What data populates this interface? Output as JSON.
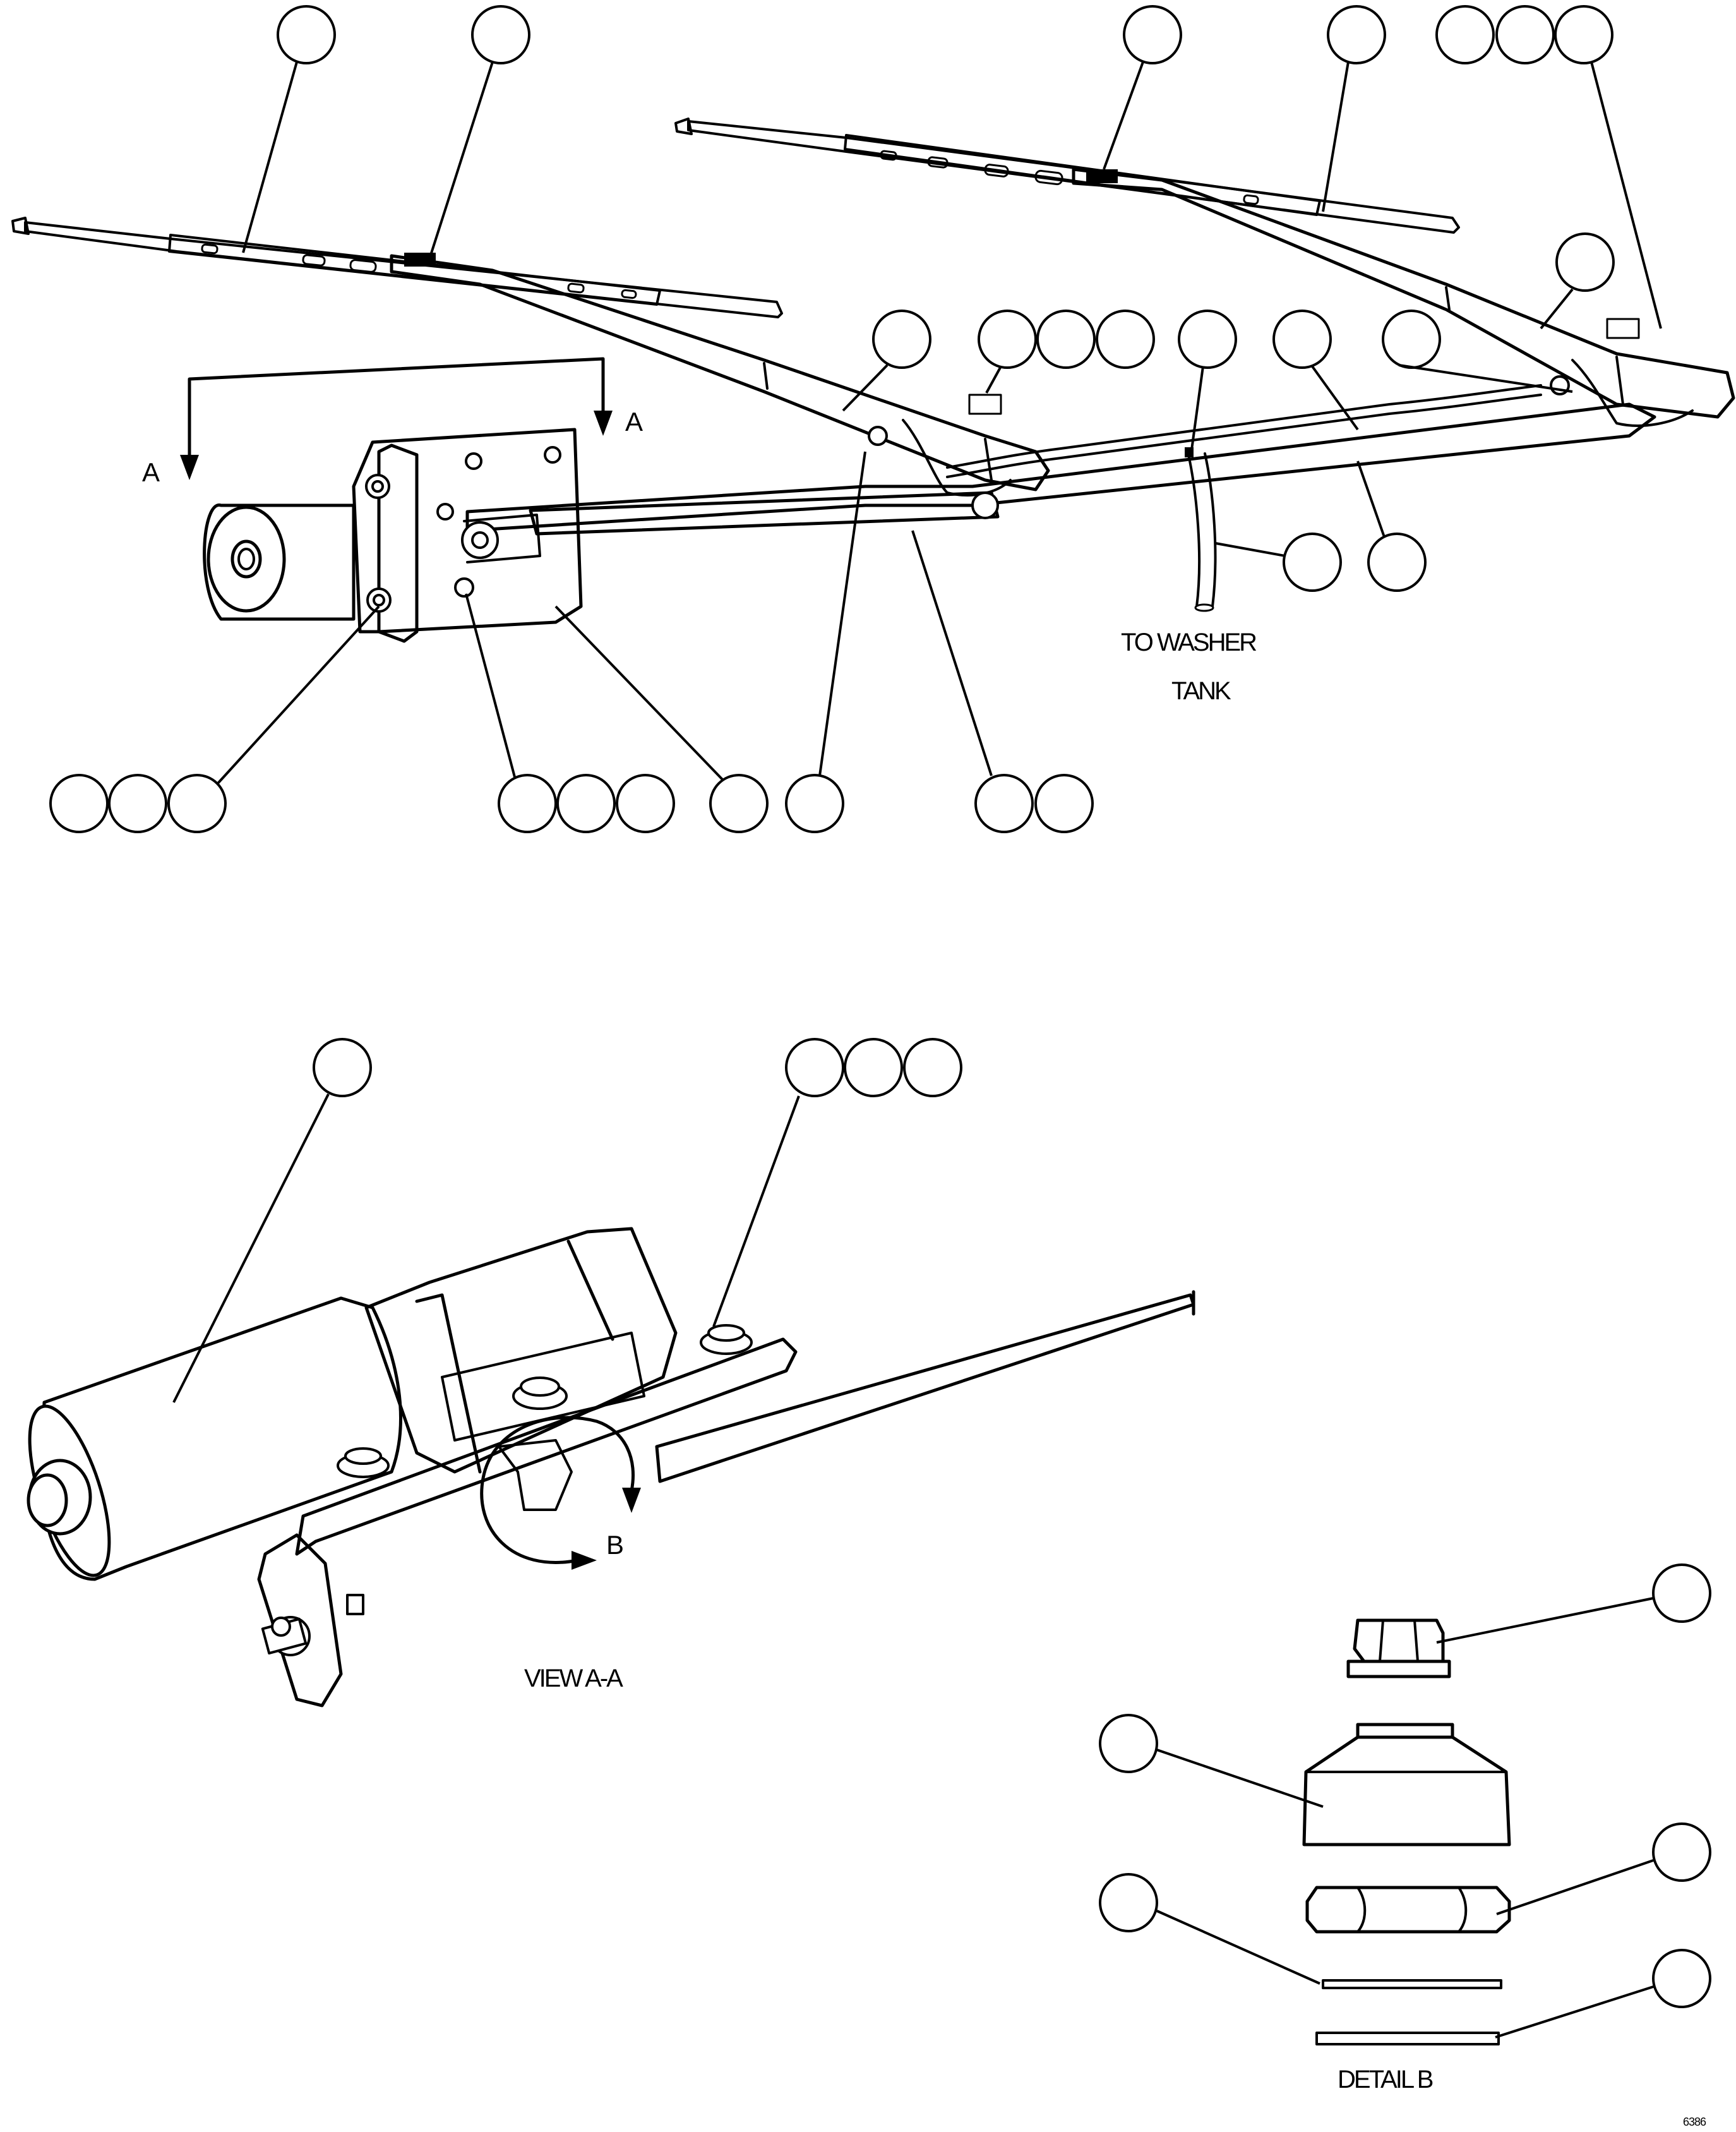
{
  "labels": {
    "section_arrow_left": "A",
    "section_arrow_right": "A",
    "washer_line_1": "TO WASHER",
    "washer_line_2": "TANK",
    "detail_callout": "B",
    "view_title": "VIEW A-A",
    "detail_title": "DETAIL B",
    "figure_number": "6386"
  }
}
